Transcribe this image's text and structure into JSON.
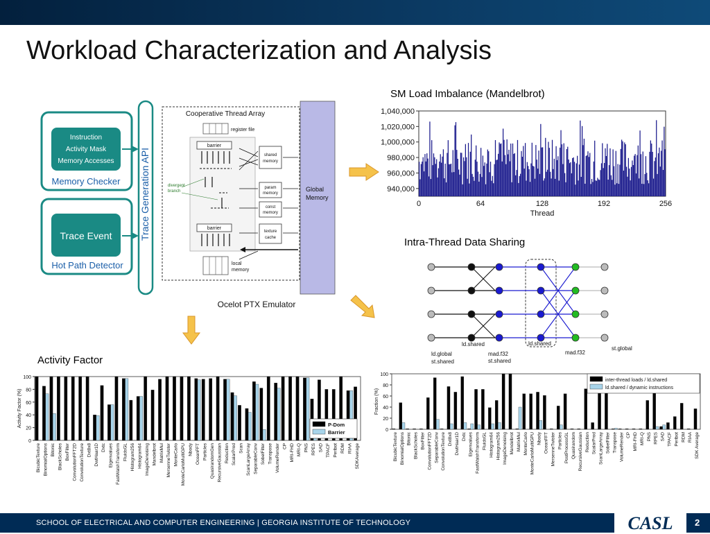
{
  "slide": {
    "title": "Workload Characterization and Analysis",
    "page_number": "2",
    "footer": "SCHOOL OF ELECTRICAL AND COMPUTER ENGINEERING | GEORGIA INSTITUTE OF TECHNOLOGY",
    "logo": "CASL"
  },
  "diagram": {
    "memory_checker_items": [
      "Instruction",
      "Activity Mask",
      "Memory Accesses"
    ],
    "memory_checker_label": "Memory Checker",
    "trace_event": "Trace Event",
    "hot_path_label": "Hot Path Detector",
    "trace_api": "Trace Generation API",
    "cta": "Cooperative Thread Array",
    "register_file": "register file",
    "barrier": "barrier",
    "divergent_branch": [
      "divergent",
      "branch"
    ],
    "shared_memory": [
      "shared",
      "memory"
    ],
    "param_memory": [
      "param",
      "memory"
    ],
    "const_memory": [
      "const",
      "memory"
    ],
    "texture_cache": [
      "texture",
      "cache"
    ],
    "local_memory": [
      "local",
      "memory"
    ],
    "global_memory": [
      "Global",
      "Memory"
    ],
    "emulator": "Ocelot PTX Emulator"
  },
  "sm_chart_title": "SM Load Imbalance (Mandelbrot)",
  "intra_title": "Intra-Thread Data Sharing",
  "activity_title": "Activity Factor",
  "intra_diagram": {
    "labels": {
      "ld_shared_1": "ld.shared",
      "ld_global": "ld.global",
      "st_shared": "st.shared",
      "mad_1": "mad.f32",
      "st_shared_2": "st.shared",
      "ld_shared_2": "ld.shared",
      "mad_2": "mad.f32",
      "st_global": "st.global"
    },
    "colors": {
      "black": "#111111",
      "blue": "#1a1ad0",
      "green": "#22bb22",
      "gray": "#bbbbbb"
    }
  },
  "chart_data": [
    {
      "type": "bar",
      "id": "sm_load",
      "title": "SM Load Imbalance (Mandelbrot)",
      "xlabel": "Thread",
      "ylabel": "",
      "xlim": [
        0,
        256
      ],
      "ylim": [
        930000,
        1040000
      ],
      "xticks": [
        "0",
        "64",
        "128",
        "192",
        "256"
      ],
      "yticks": [
        "940,000",
        "960,000",
        "980,000",
        "1,000,000",
        "1,020,000",
        "1,040,000"
      ],
      "color": "#1a1a8c",
      "values_note": "256 bars, one per thread"
    },
    {
      "type": "bar",
      "id": "activity",
      "ylabel": "Activity Factor (%)",
      "ylim": [
        0,
        100
      ],
      "yticks": [
        "0",
        "20",
        "40",
        "60",
        "80",
        "100"
      ],
      "legend": "inside-bottom-right",
      "categories": [
        "BicubicTexture",
        "BinomialOptions",
        "Bitonic",
        "BlackScholes",
        "BoxFilter",
        "ConvolutionFFT2D",
        "ConvolutionTexture",
        "Dxt8x8",
        "DwtHaar1D",
        "Dxtc",
        "Eigenvalues",
        "FastWalshTransform",
        "FluidsGL",
        "Histogram256",
        "Histogram64",
        "ImageDenoising",
        "Mandelbrot",
        "MatrixMul",
        "MersenneTwister",
        "MonteCarlo",
        "MonteCarloMultiGPU",
        "Nbody",
        "OceanFFT",
        "Particles",
        "QuasirandomGen",
        "RecursiveGaussian",
        "Reduction",
        "ScalarProd",
        "Scan",
        "ScanLargeArray",
        "SeparableConv",
        "SobelFilter",
        "Transpose",
        "VolumeRender",
        "CP",
        "MRI-FHD",
        "MRI-Q",
        "PNS",
        "RPES",
        "SAD",
        "TPACF",
        "Perlbot",
        "RDM",
        "RIAA",
        "SDKAverage"
      ],
      "series": [
        {
          "name": "P-Dom",
          "color": "#000000",
          "values": [
            100,
            85,
            100,
            100,
            100,
            100,
            100,
            100,
            40,
            86,
            56,
            100,
            97,
            63,
            69,
            100,
            79,
            96,
            100,
            100,
            100,
            100,
            97,
            96,
            97,
            100,
            96,
            75,
            55,
            50,
            92,
            82,
            100,
            90,
            100,
            100,
            100,
            98,
            65,
            95,
            80,
            80,
            100,
            78,
            84
          ]
        },
        {
          "name": "Barrier",
          "color": "#a8d4ea",
          "values": [
            0,
            73,
            42,
            0,
            0,
            0,
            0,
            0,
            39,
            0,
            56,
            0,
            97,
            0,
            69,
            0,
            0,
            0,
            0,
            0,
            0,
            0,
            95,
            0,
            0,
            0,
            96,
            70,
            0,
            44,
            88,
            17,
            0,
            82,
            0,
            0,
            0,
            98,
            32,
            0,
            0,
            0,
            0,
            78,
            0
          ]
        }
      ]
    },
    {
      "type": "bar",
      "id": "sharing",
      "ylabel": "Fraction (%)",
      "ylim": [
        0,
        100
      ],
      "yticks": [
        "0",
        "20",
        "40",
        "60",
        "80",
        "100"
      ],
      "legend": "top-right",
      "categories": [
        "BicubicTexture",
        "BinomialOptions",
        "Bitonic",
        "BlackScholes",
        "BoxFilter",
        "ConvolutionFFT2D",
        "SeparableConv",
        "ConvolutionTexture",
        "Dxt8x8",
        "DwtHaar1D",
        "Dxtc",
        "Eigenvalues",
        "FastWalshTransform",
        "FluidsGL",
        "Histogram64",
        "Histogram256",
        "ImageDenoising",
        "Mandelbrot",
        "MatrixMul",
        "MonteCarlo",
        "MonteCarloMultiGPU",
        "Nbody",
        "OceanFFT",
        "MersenneTwister",
        "Particles",
        "PostProcessGL",
        "Quasirandom",
        "RecursiveGaussian",
        "Reduction",
        "ScalarProd",
        "ScanLargeArray",
        "SobelFilter",
        "Transpose",
        "VolumeRender",
        "CP",
        "MRI-FHD",
        "MRI-Q",
        "PNS",
        "RPES",
        "SAD",
        "TPACF",
        "Perlbot",
        "RDM",
        "RIAA",
        "SDK Average"
      ],
      "series": [
        {
          "name": "inter-thread loads / ld.shared",
          "color": "#000000",
          "values": [
            1,
            48,
            1,
            1,
            1,
            57,
            93,
            1,
            77,
            67,
            95,
            1,
            72,
            72,
            39,
            52,
            100,
            100,
            1,
            64,
            64,
            67,
            61,
            1,
            42,
            64,
            1,
            1,
            73,
            12,
            80,
            80,
            1,
            1,
            1,
            1,
            1,
            52,
            70,
            5,
            12,
            23,
            47,
            1,
            37
          ]
        },
        {
          "name": "ld.shared / dynamic instructions",
          "color": "#a8d4ea",
          "values": [
            0,
            12,
            0,
            0,
            0,
            0,
            18,
            0,
            10,
            0,
            12,
            10,
            8,
            0,
            10,
            12,
            0,
            0,
            40,
            0,
            0,
            16,
            0,
            0,
            8,
            0,
            0,
            0,
            0,
            0,
            0,
            0,
            2,
            0,
            0,
            0,
            0,
            0,
            5,
            8,
            0,
            0,
            0,
            0,
            0
          ]
        }
      ]
    }
  ]
}
